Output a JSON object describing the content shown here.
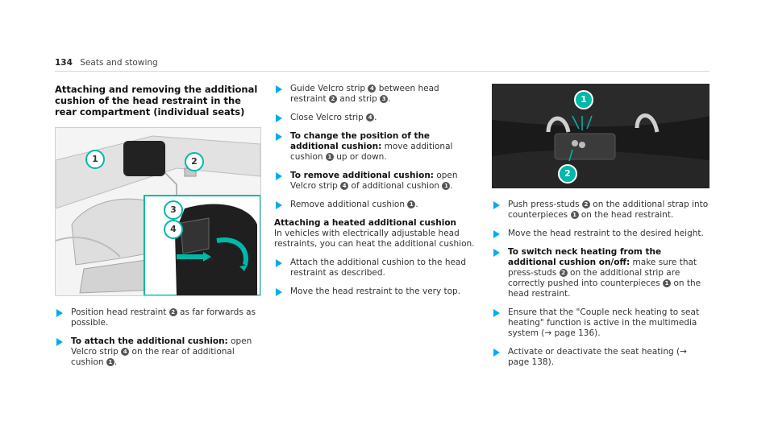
{
  "header": {
    "page_number": "134",
    "title": "Seats and stowing"
  },
  "col1": {
    "heading": "Attaching and removing the additional cushion of the head restraint in the rear compartment (individual seats)",
    "fig1_callouts": [
      "1",
      "2",
      "3",
      "4"
    ],
    "step1": {
      "text_a": "Position head restraint",
      "num_a": "2",
      "text_b": "as far forwards as possible."
    },
    "step2": {
      "bold": "To attach the additional cushion:",
      "text_a": "open Velcro strip",
      "num_a": "4",
      "text_b": "on the rear of additional cushion",
      "num_b": "1",
      "text_c": "."
    }
  },
  "col2": {
    "step1": {
      "text_a": "Guide Velcro strip",
      "num_a": "4",
      "text_b": "between head restraint",
      "num_b": "2",
      "text_c": "and strip",
      "num_c": "3",
      "text_d": "."
    },
    "step2": {
      "text_a": "Close Velcro strip",
      "num_a": "4",
      "text_b": "."
    },
    "step3": {
      "bold": "To change the position of the additional cushion:",
      "text_a": "move additional cushion",
      "num_a": "1",
      "text_b": "up or down."
    },
    "step4": {
      "bold": "To remove additional cushion:",
      "text_a": "open Velcro strip",
      "num_a": "4",
      "text_b": "of additional cushion",
      "num_b": "1",
      "text_c": "."
    },
    "step5": {
      "text_a": "Remove additional cushion",
      "num_a": "1",
      "text_b": "."
    },
    "heated": {
      "heading": "Attaching a heated additional cushion",
      "text": "In vehicles with electrically adjustable head restraints, you can heat the additional cushion."
    },
    "step6": {
      "text_a": "Attach the additional cushion to the head restraint as described."
    },
    "step7": {
      "text_a": "Move the head restraint to the very top."
    }
  },
  "col3": {
    "fig2_callouts": [
      "1",
      "2"
    ],
    "step1": {
      "text_a": "Push press-studs",
      "num_a": "2",
      "text_b": "on the additional strap into counterpieces",
      "num_b": "1",
      "text_c": "on the head restraint."
    },
    "step2": {
      "text_a": "Move the head restraint to the desired height."
    },
    "step3": {
      "bold": "To switch neck heating from the additional cushion on/off:",
      "text_a": "make sure that press-studs",
      "num_a": "2",
      "text_b": "on the additional strip are correctly pushed into counterpieces",
      "num_b": "1",
      "text_c": "on the head restraint."
    },
    "step4": {
      "text_a": "Ensure that the \"Couple neck heating to seat heating\" function is active in the multimedia system (",
      "arrow": "→",
      "text_b": "page 136)."
    },
    "step5": {
      "text_a": "Activate or deactivate the seat heating (",
      "arrow": "→",
      "text_b": "page 138)."
    }
  },
  "colors": {
    "accent": "#00adef",
    "callout": "#00b8a9"
  }
}
